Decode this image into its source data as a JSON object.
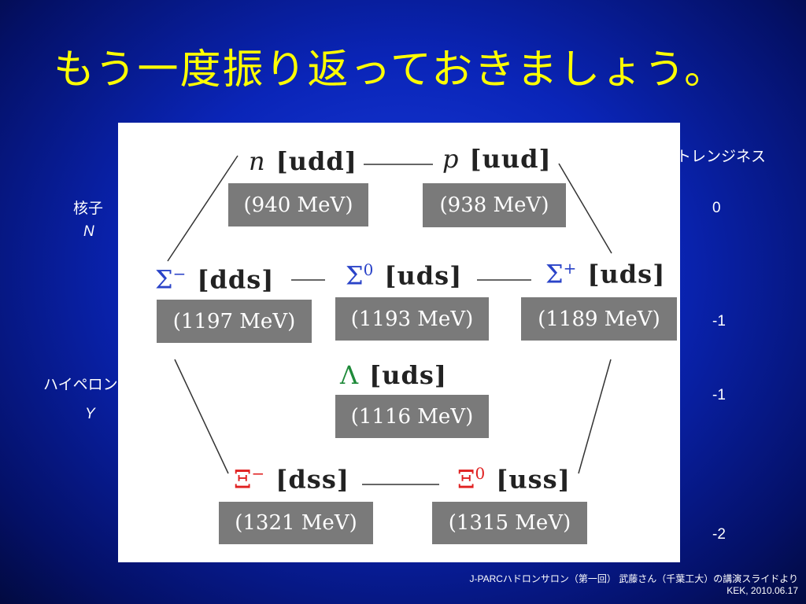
{
  "title": "もう一度振り返っておきましょう。",
  "left_labels": {
    "nucleon": "核子",
    "nucleon_symbol": "N",
    "hyperon": "ハイペロン",
    "hyperon_symbol": "Y"
  },
  "strangeness": {
    "header": "ストレンジネス",
    "values": [
      "0",
      "-1",
      "-1",
      "-2"
    ]
  },
  "particles": [
    {
      "id": "n",
      "symbol": "n",
      "sup": "",
      "quarks": "[udd]",
      "mass": "(940 MeV)",
      "color": "#222222"
    },
    {
      "id": "p",
      "symbol": "p",
      "sup": "",
      "quarks": "[uud]",
      "mass": "(938 MeV)",
      "color": "#222222"
    },
    {
      "id": "sigma-minus",
      "symbol": "Σ",
      "sup": "−",
      "quarks": "[dds]",
      "mass": "(1197 MeV)",
      "color": "#2a43c8"
    },
    {
      "id": "sigma-zero",
      "symbol": "Σ",
      "sup": "0",
      "quarks": "[uds]",
      "mass": "(1193 MeV)",
      "color": "#2a43c8"
    },
    {
      "id": "sigma-plus",
      "symbol": "Σ",
      "sup": "+",
      "quarks": "[uds]",
      "mass": "(1189 MeV)",
      "color": "#2a43c8"
    },
    {
      "id": "lambda",
      "symbol": "Λ",
      "sup": "",
      "quarks": "[uds]",
      "mass": "(1116 MeV)",
      "color": "#1f8a3a"
    },
    {
      "id": "xi-minus",
      "symbol": "Ξ",
      "sup": "−",
      "quarks": "[dss]",
      "mass": "(1321 MeV)",
      "color": "#e02020"
    },
    {
      "id": "xi-zero",
      "symbol": "Ξ",
      "sup": "0",
      "quarks": "[uss]",
      "mass": "(1315 MeV)",
      "color": "#e02020"
    }
  ],
  "credit": {
    "line1": "J-PARCハドロンサロン（第一回）  武藤さん（千葉工大）の講演スライドより",
    "line2": "KEK, 2010.06.17"
  }
}
